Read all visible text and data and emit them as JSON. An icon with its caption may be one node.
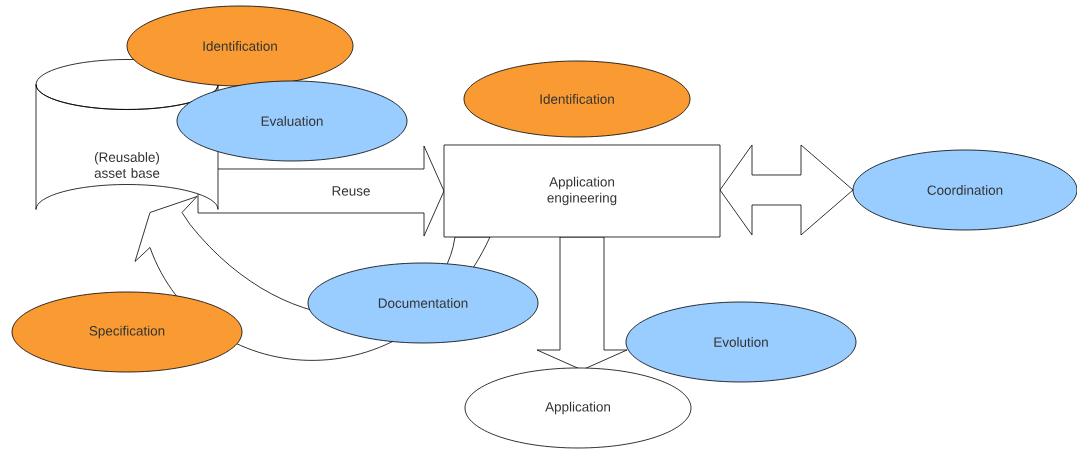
{
  "diagram": {
    "nodes": [
      {
        "text": [
          "(Reusable) asset base"
        ]
      },
      {
        "text": [
          "Identification"
        ]
      },
      {
        "text": [
          "Evaluation"
        ]
      },
      {
        "text": [
          "Identification"
        ]
      },
      {
        "text": [
          "Application engineering"
        ]
      },
      {
        "text": [
          "Coordination"
        ]
      },
      {
        "text": [
          "Documentation"
        ]
      },
      {
        "text": [
          "Specification"
        ]
      },
      {
        "text": [
          "Evolution"
        ]
      },
      {
        "text": [
          "Application"
        ]
      }
    ],
    "edges": [
      {
        "from": 0,
        "to": 4,
        "arrow": "to",
        "label": "Reuse"
      },
      {
        "from": 4,
        "to": 5,
        "arrow": "both"
      },
      {
        "from": 4,
        "to": 9,
        "arrow": "to"
      },
      {
        "from": 4,
        "to": 0,
        "arrow": "to"
      }
    ]
  }
}
